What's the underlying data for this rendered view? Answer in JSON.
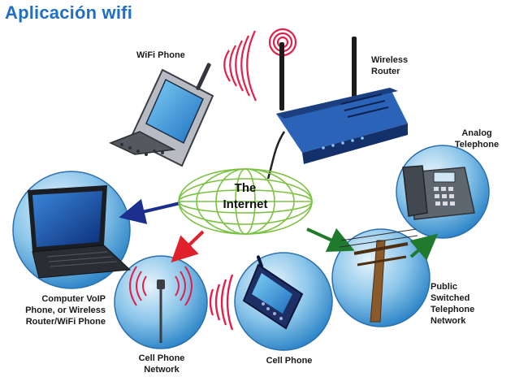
{
  "title": "Aplicación wifi",
  "internet_label": "The\nInternet",
  "nodes": {
    "wifi_phone": {
      "label": "WiFi Phone"
    },
    "wireless_router": {
      "label": "Wireless\nRouter"
    },
    "analog_telephone": {
      "label": "Analog\nTelephone"
    },
    "computer": {
      "label": "Computer VoIP\nPhone, or Wireless\nRouter/WiFi Phone"
    },
    "cell_phone_network": {
      "label": "Cell Phone\nNetwork"
    },
    "cell_phone": {
      "label": "Cell Phone"
    },
    "pstn": {
      "label": "Public\nSwitched\nTelephone\nNetwork"
    }
  },
  "colors": {
    "title": "#1f6fc6",
    "globe": "#7cc242",
    "arrow_computer": "#1b2f8f",
    "arrow_cell": "#e0202a",
    "arrow_pstn": "#1f7a2e",
    "signal": "#e2204a",
    "circle_fill": "#5aa8dc"
  }
}
